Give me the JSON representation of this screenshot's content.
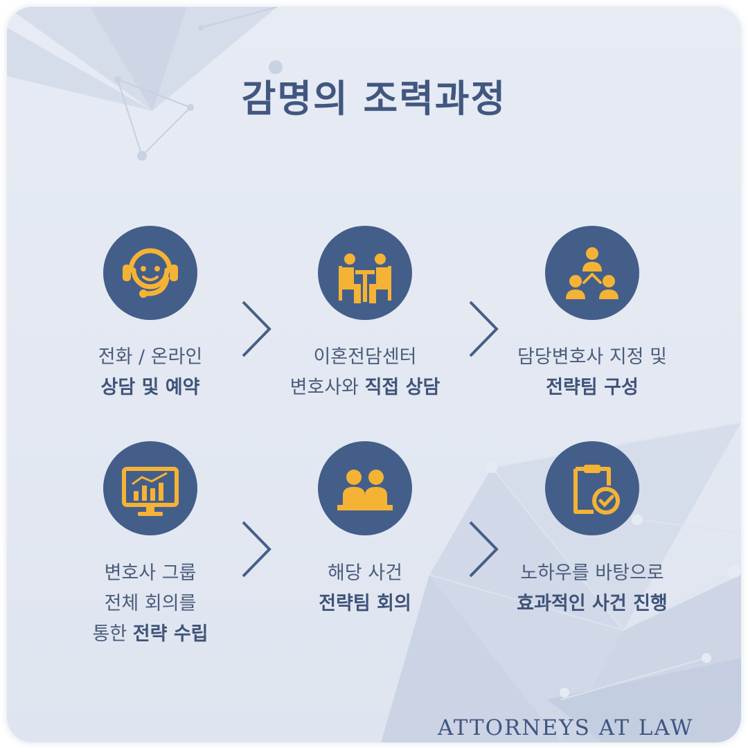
{
  "title": "감명의 조력과정",
  "footer": "ATTORNEYS AT LAW",
  "colors": {
    "accent": "#f5b335",
    "circle": "#445e8a",
    "text": "#4a5c7c",
    "title": "#41577f"
  },
  "steps": [
    {
      "icon": "headset-icon",
      "line1": "전화 / 온라인",
      "line2_normal": "",
      "line2_bold": "상담 및 예약",
      "line3_normal": "",
      "line3_bold": ""
    },
    {
      "icon": "meeting-icon",
      "line1": "이혼전담센터",
      "line2_normal": "변호사와 ",
      "line2_bold": "직접 상담",
      "line3_normal": "",
      "line3_bold": ""
    },
    {
      "icon": "team-icon",
      "line1": "담당변호사 지정 및",
      "line2_normal": "",
      "line2_bold": "전략팀 구성",
      "line3_normal": "",
      "line3_bold": ""
    },
    {
      "icon": "monitor-chart-icon",
      "line1": "변호사 그룹",
      "line2_normal": "전체 회의를",
      "line2_bold": "",
      "line3_normal": "통한 ",
      "line3_bold": "전략 수립"
    },
    {
      "icon": "conference-icon",
      "line1": "해당 사건",
      "line2_normal": "",
      "line2_bold": "전략팀 회의",
      "line3_normal": "",
      "line3_bold": ""
    },
    {
      "icon": "clipboard-check-icon",
      "line1": "노하우를 바탕으로",
      "line2_normal": "",
      "line2_bold": "효과적인 사건 진행",
      "line3_normal": "",
      "line3_bold": ""
    }
  ]
}
